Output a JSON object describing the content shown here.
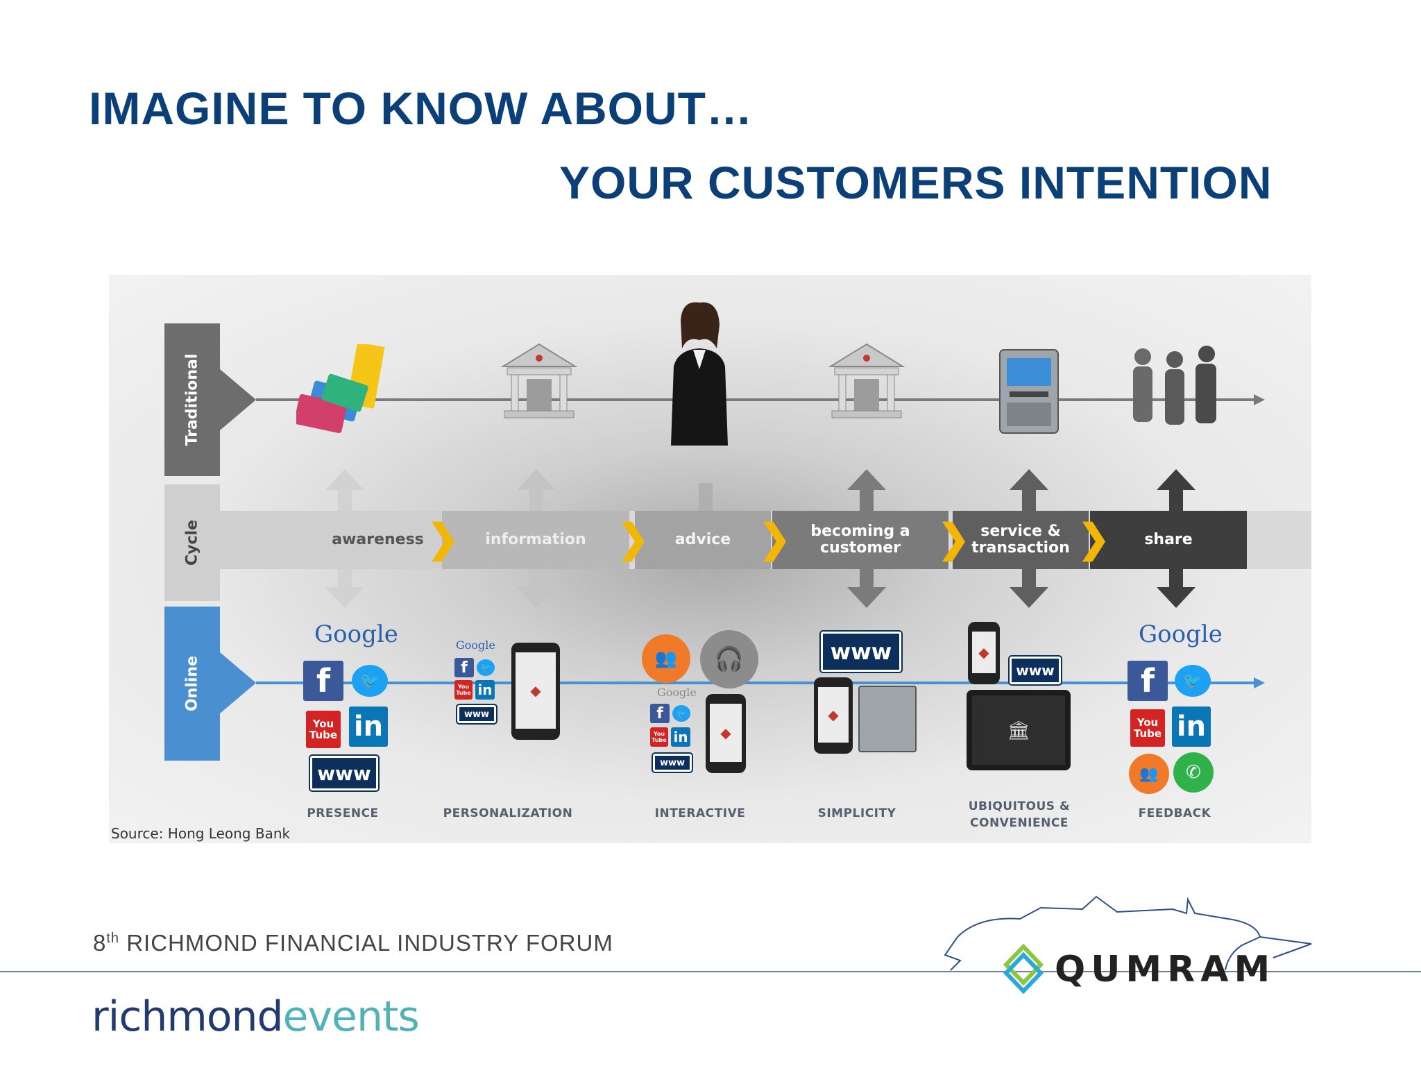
{
  "title_line1": "IMAGINE TO KNOW ABOUT…",
  "title_line2": "YOUR CUSTOMERS INTENTION",
  "diagram": {
    "rows": [
      "Traditional",
      "Cycle",
      "Online"
    ],
    "steps": [
      "awareness",
      "information",
      "advice",
      "becoming a customer",
      "service & transaction",
      "share"
    ],
    "step_colors": [
      "#cfcfcf",
      "#b8b8b8",
      "#a3a3a3",
      "#7b7b7b",
      "#5f5f5f",
      "#3e3e3e"
    ],
    "online_labels": [
      "PRESENCE",
      "PERSONALIZATION",
      "INTERACTIVE",
      "SIMPLICITY",
      "UBIQUITOUS & CONVENIENCE",
      "FEEDBACK"
    ],
    "google_text": "Google",
    "www_text": "www",
    "fb_text": "f",
    "li_text": "in",
    "yt_text": "You Tube"
  },
  "source": "Source: Hong Leong Bank",
  "forum": {
    "num": "8",
    "sup": "th",
    "text": " RICHMOND FINANCIAL INDUSTRY FORUM"
  },
  "footer": {
    "brand_a": "richmond",
    "brand_b": "events",
    "logo": "QUMRAM"
  },
  "colors": {
    "title": "#0b3f78",
    "chevron": "#f2b705",
    "online": "#4a8fd0"
  }
}
